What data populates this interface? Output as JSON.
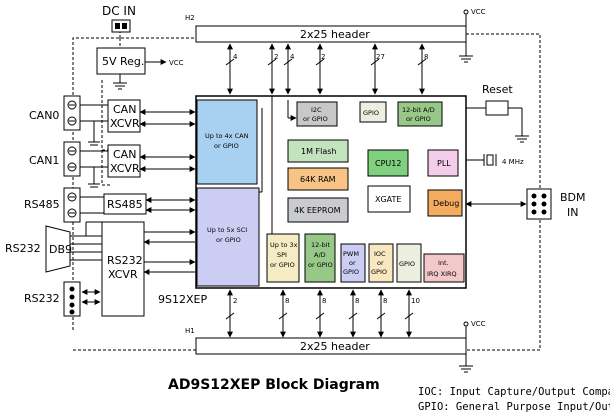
{
  "labels": {
    "dc_in": "DC IN",
    "vcc_top": "VCC",
    "vcc_reg": "VCC",
    "vcc_bottom": "VCC",
    "h2": "H2",
    "h1": "H1",
    "header_top": "2x25 header",
    "header_bottom": "2x25 header",
    "reg": "5V Reg.",
    "can0": "CAN0",
    "can1": "CAN1",
    "rs485": "RS485",
    "rs485_box": "RS485",
    "rs232_a": "RS232",
    "rs232_b": "RS232",
    "db9": "DB9",
    "xcvr": "XCVR",
    "can": "CAN",
    "rs232_xcvr_1": "RS232",
    "rs232_xcvr_2": "XCVR",
    "reset": "Reset",
    "mhz": "4 MHz",
    "bdm_1": "BDM",
    "bdm_2": "IN",
    "chip": "9S12XEP",
    "title": "AD9S12XEP Block Diagram",
    "legend_ioc": "IOC: Input Capture/Output Compare",
    "legend_gpio": "GPIO: General Purpose Input/Output"
  },
  "blocks": {
    "can": [
      "Up to 4x CAN",
      "or GPIO"
    ],
    "sci": [
      "Up to 5x SCI",
      "or GPIO"
    ],
    "i2c": [
      "I2C",
      "or GPIO"
    ],
    "gpio_top": "GPIO",
    "ad_top": [
      "12-bit A/D",
      "or GPIO"
    ],
    "flash": "1M Flash",
    "cpu": "CPU12",
    "ram": "64K RAM",
    "pll": "PLL",
    "eeprom": "4K EEPROM",
    "xgate": "XGATE",
    "debug": "Debug",
    "spi": [
      "Up to 3x",
      "SPI",
      "or GPIO"
    ],
    "ad_bottom": [
      "12-bit",
      "A/D",
      "or GPIO"
    ],
    "pwm": [
      "PWM",
      "or",
      "GPIO"
    ],
    "ioc": [
      "IOC",
      "or",
      "GPIO"
    ],
    "gpio_bottom": "GPIO",
    "int": [
      "Int.",
      "IRQ  XIRQ"
    ]
  },
  "bus_top": [
    "4",
    "2",
    "4",
    "2",
    "27",
    "8"
  ],
  "bus_bottom": [
    "2",
    "8",
    "8",
    "8",
    "8",
    "10"
  ],
  "colors": {
    "can_block": "#a8d0f0",
    "sci_block": "#cccdf3",
    "i2c_block": "#c8c8c8",
    "gpio_block": "#eceee0",
    "ad_block": "#98c888",
    "flash_block": "#c2e3bd",
    "cpu_block": "#7fd07f",
    "ram_block": "#f8c485",
    "pll_block": "#f4cdea",
    "eeprom_block": "#cacbcf",
    "xgate_block": "#ffffff",
    "debug_block": "#f4ad60",
    "spi_block": "#f4ecc2",
    "ioc_block": "#f8e7c0",
    "int_block": "#f2c8c8"
  }
}
